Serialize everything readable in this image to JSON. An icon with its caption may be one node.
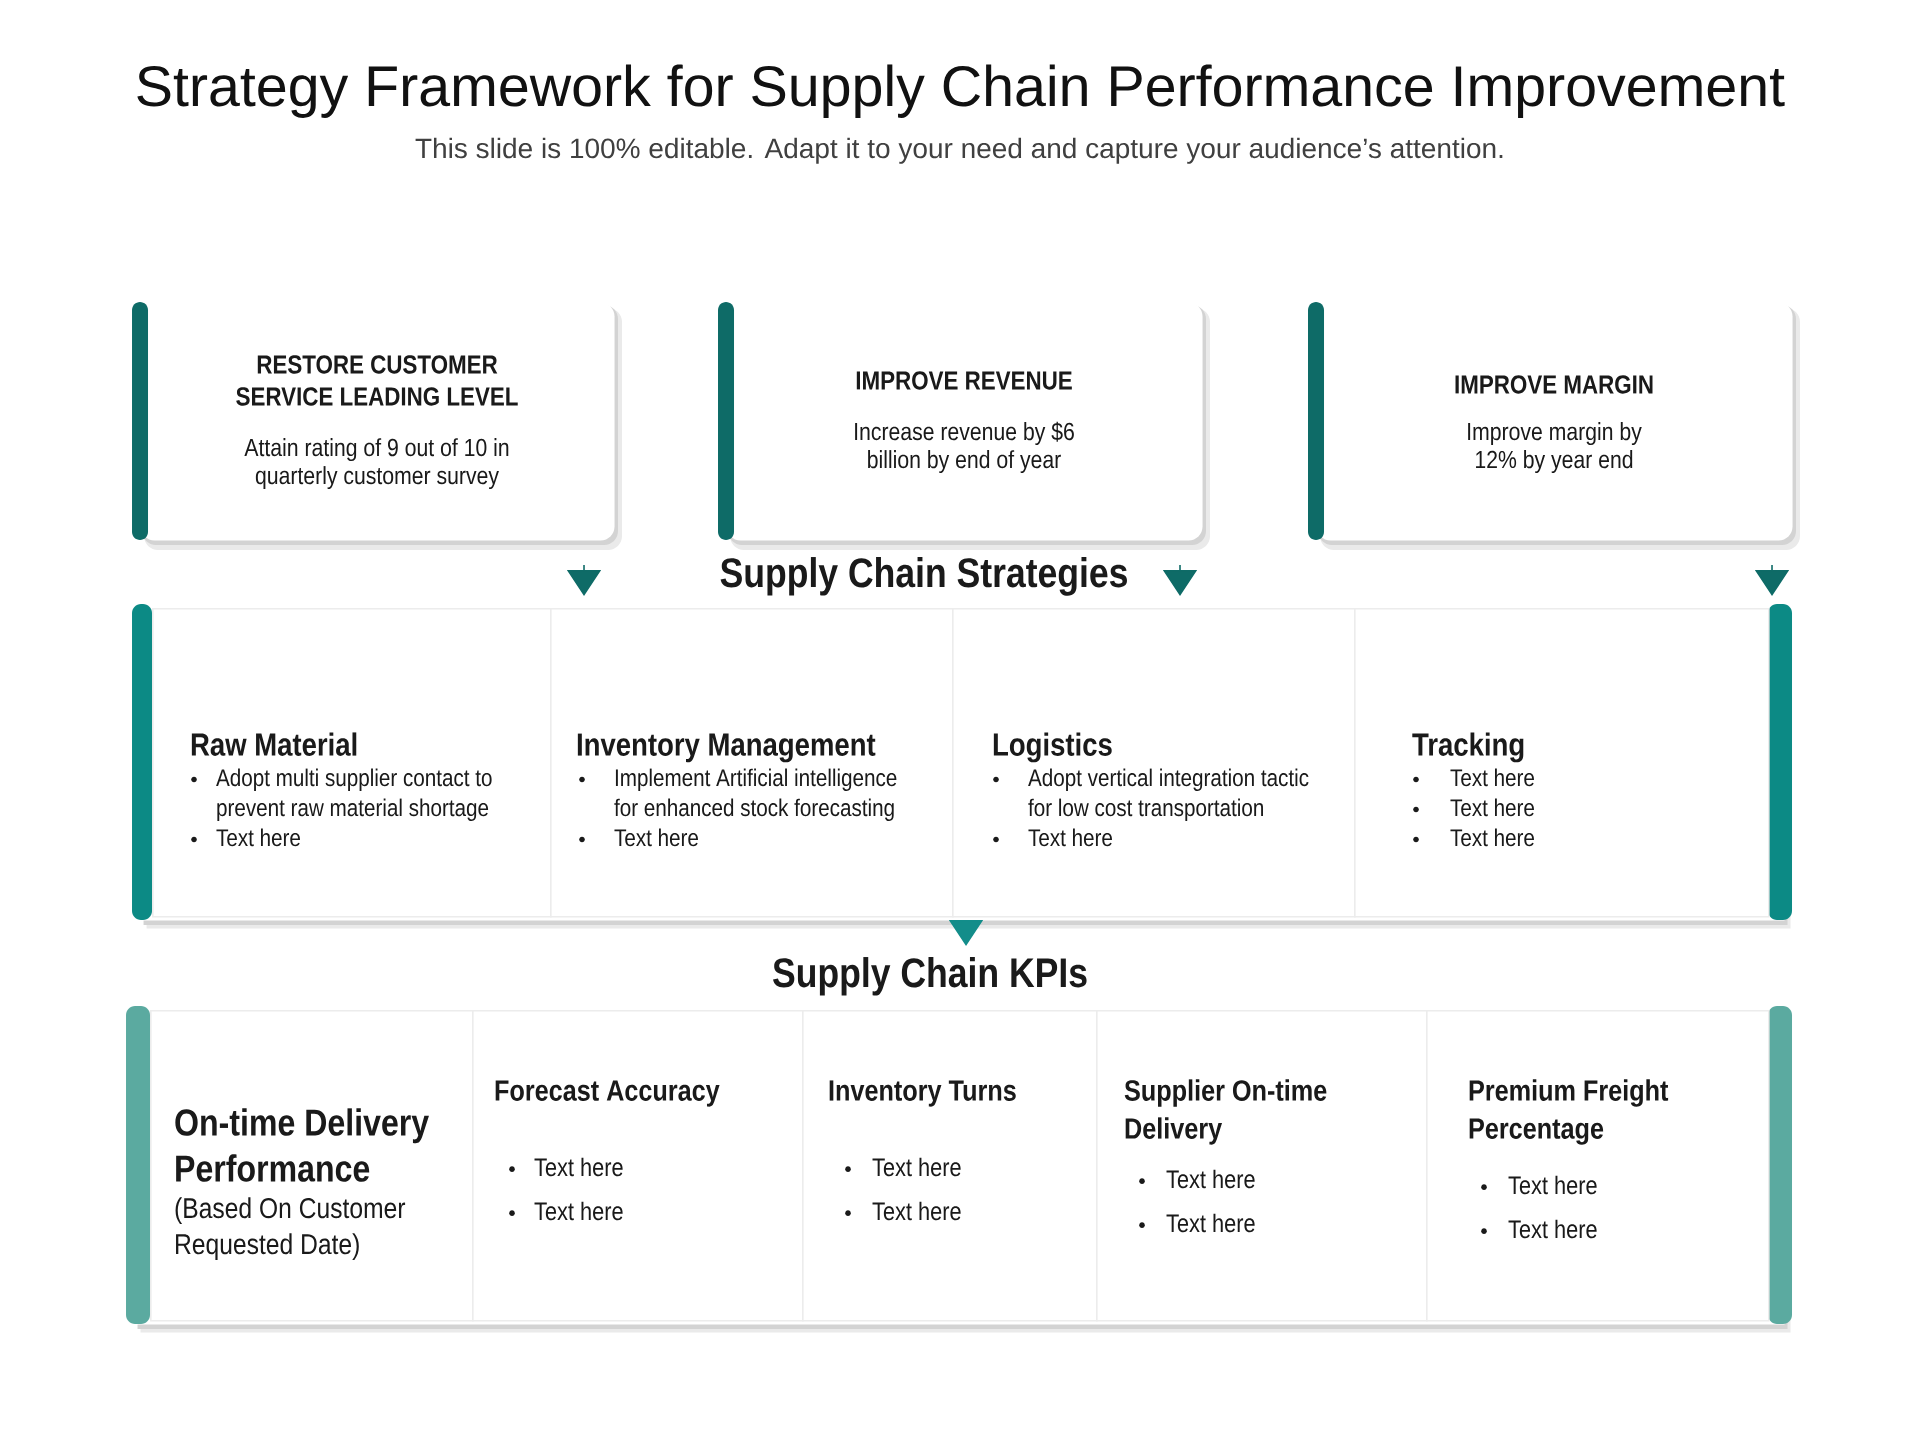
{
  "diagram": {
    "title": "Strategy Framework for Supply Chain Performance Improvement",
    "nodes": [
      {
        "text": [
          "RESTORE CUSTOMER SERVICE LEADING LEVEL",
          "Attain rating of 9 out of 10 in quarterly customer survey"
        ]
      },
      {
        "text": [
          "IMPROVE REVENUE",
          "Increase revenue by $6 billion by end of year"
        ]
      },
      {
        "text": [
          "IMPROVE MARGIN",
          "Improve margin by 12% by year end"
        ]
      },
      {
        "text": [
          "Supply Chain Strategies"
        ]
      },
      {
        "text": [
          "Raw Material",
          "Adopt multi supplier contact to prevent raw material shortage",
          "Text here"
        ],
        "in": 3
      },
      {
        "text": [
          "Inventory Management",
          "Implement Artificial intelligence for enhanced stock forecasting",
          "Text here"
        ],
        "in": 3
      },
      {
        "text": [
          "Logistics",
          "Adopt vertical integration tactic for low cost transportation",
          "Text here"
        ],
        "in": 3
      },
      {
        "text": [
          "Tracking",
          "Text here",
          "Text here",
          "Text here"
        ],
        "in": 3
      },
      {
        "text": [
          "Supply Chain KPIs"
        ]
      },
      {
        "text": [
          "On-time Delivery Performance",
          "(Based On Customer Requested Date)"
        ],
        "in": 8
      },
      {
        "text": [
          "Forecast Accuracy",
          "Text here",
          "Text here"
        ],
        "in": 8
      },
      {
        "text": [
          "Inventory Turns",
          "Text here",
          "Text here"
        ],
        "in": 8
      },
      {
        "text": [
          "Supplier On-time Delivery",
          "Text here",
          "Text here"
        ],
        "in": 8
      },
      {
        "text": [
          "Premium Freight Percentage",
          "Text here",
          "Text here"
        ],
        "in": 8
      }
    ],
    "edges": [
      {
        "from": 0,
        "to": 3,
        "arrow": "to"
      },
      {
        "from": 1,
        "to": 3,
        "arrow": "to"
      },
      {
        "from": 2,
        "to": 3,
        "arrow": "to"
      },
      {
        "from": 3,
        "to": 8,
        "arrow": "to",
        "color": "#138d8a"
      }
    ],
    "labels": [
      "This slide is 100% editable. Adapt it to your need and capture your audience’s attention."
    ]
  }
}
